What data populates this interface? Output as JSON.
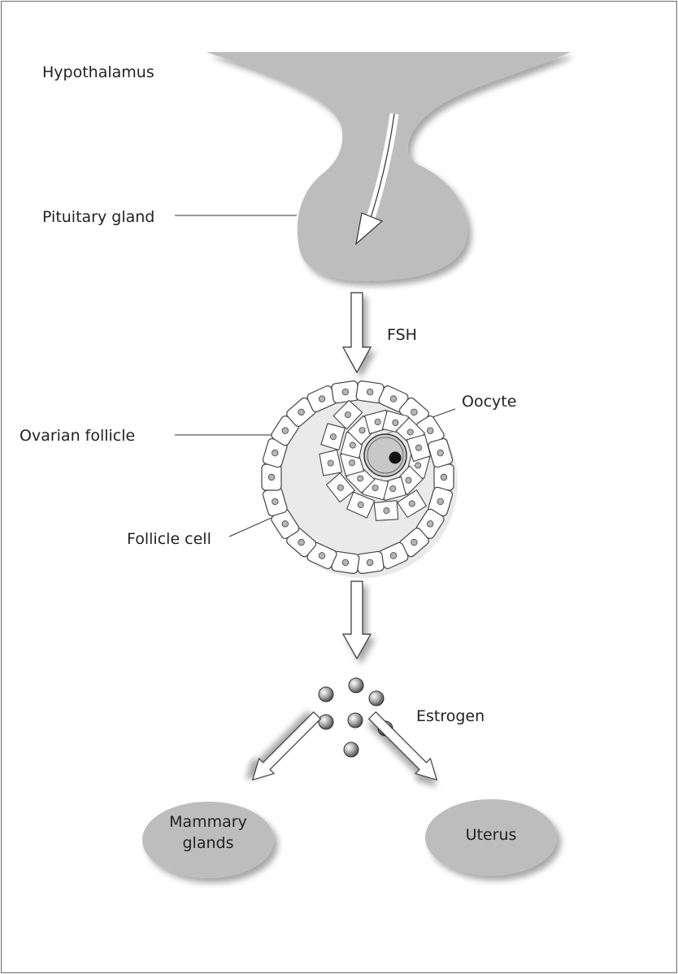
{
  "labels": {
    "hypothalamus": "Hypothalamus",
    "pituitary": "Pituitary gland",
    "fsh": "FSH",
    "oocyte": "Oocyte",
    "ovarian_follicle": "Ovarian follicle",
    "follicle_cell": "Follicle cell",
    "estrogen": "Estrogen",
    "mammary_line1": "Mammary",
    "mammary_line2": "glands",
    "uterus": "Uterus"
  },
  "colors": {
    "tissue_fill": "#bdbdbd",
    "cell_fill": "#ffffff",
    "cell_stroke": "#444444",
    "nucleus_fill": "#b5b5b5",
    "oocyte_fill": "#c8c8c8",
    "text": "#222222"
  }
}
